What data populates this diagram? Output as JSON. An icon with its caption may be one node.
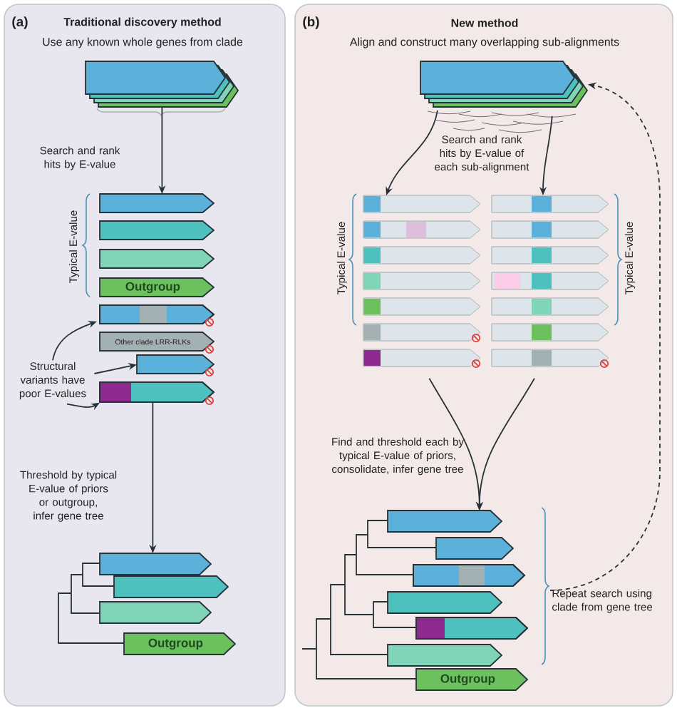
{
  "diagram": {
    "nodes": [
      {
        "text": [
          "(a)",
          "Traditional discovery method"
        ]
      },
      {
        "text": [
          "(b)",
          "New method"
        ]
      },
      {
        "text": [],
        "shape": "stack",
        "in": 0,
        "beside": [
          "Use any known whole genes from clade"
        ]
      },
      {
        "text": [],
        "shape": "bar",
        "in": 0
      },
      {
        "text": [],
        "shape": "bar",
        "in": 0
      },
      {
        "text": [],
        "shape": "bar",
        "in": 0
      },
      {
        "text": [
          "Outgroup"
        ],
        "in": 0
      },
      {
        "text": [],
        "shape": "bar",
        "in": 0
      },
      {
        "text": [
          "Other clade LRR-RLKs"
        ],
        "in": 0
      },
      {
        "text": [],
        "shape": "bar",
        "in": 0
      },
      {
        "text": [],
        "shape": "bar",
        "in": 0
      },
      {
        "text": [
          "Structural variants have poor E-values"
        ],
        "in": 0
      },
      {
        "text": [],
        "shape": "bar",
        "in": 0
      },
      {
        "text": [],
        "shape": "bar",
        "in": 0
      },
      {
        "text": [],
        "shape": "bar",
        "in": 0
      },
      {
        "text": [
          "Outgroup"
        ],
        "in": 0
      },
      {
        "text": [],
        "shape": "stack",
        "in": 1,
        "beside": [
          "Align and construct many overlapping sub-alignments"
        ]
      },
      {
        "text": [],
        "shape": "column",
        "in": 1,
        "beside": [
          "Typical E-value"
        ]
      },
      {
        "text": [],
        "shape": "column",
        "in": 1,
        "beside": [
          "Typical E-value"
        ]
      },
      {
        "text": [],
        "shape": "bar",
        "in": 1
      },
      {
        "text": [],
        "shape": "bar",
        "in": 1
      },
      {
        "text": [],
        "shape": "bar",
        "in": 1
      },
      {
        "text": [],
        "shape": "bar",
        "in": 1
      },
      {
        "text": [],
        "shape": "bar",
        "in": 1
      },
      {
        "text": [],
        "shape": "bar",
        "in": 1
      },
      {
        "text": [
          "Outgroup"
        ],
        "in": 1
      },
      {
        "text": [
          "Repeat search using clade from gene tree"
        ],
        "in": 1
      }
    ],
    "edges": [
      {
        "from": 2,
        "to": 3,
        "arrow": "to",
        "label": "Search and rank hits by E-value"
      },
      {
        "from": 11,
        "to": 7,
        "arrow": "to"
      },
      {
        "from": 11,
        "to": 9,
        "arrow": "to"
      },
      {
        "from": 11,
        "to": 10,
        "arrow": "to"
      },
      {
        "from": 10,
        "to": 12,
        "arrow": "to",
        "label": "Threshold by typical E-value of priors or outgroup, infer gene tree"
      },
      {
        "from": 16,
        "to": 17,
        "arrow": "to",
        "label": "Search and rank hits by E-value of each sub-alignment"
      },
      {
        "from": 16,
        "to": 18,
        "arrow": "to"
      },
      {
        "from": 17,
        "to": 19,
        "arrow": "to",
        "label": "Find and threshold each by typical E-value of priors, consolidate, infer gene tree"
      },
      {
        "from": 18,
        "to": 19,
        "arrow": "to"
      },
      {
        "from": 26,
        "to": 16,
        "arrow": "to",
        "style": "dashed"
      }
    ],
    "labels": [
      "Typical E-value"
    ]
  }
}
